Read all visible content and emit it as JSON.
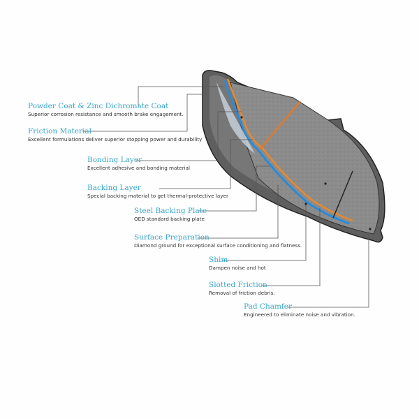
{
  "diagram": {
    "subject": "Brake pad cross-section",
    "colors": {
      "title": "#3aa6c9",
      "description": "#333333",
      "leader_line": "#555555",
      "pad_surface": "#8a8a8a",
      "backing_plate": "#6b6b6b"
    },
    "labels": [
      {
        "title": "Powder Coat & Zinc Dichromate Coat",
        "description": "Superior corrosion resistance and smooth brake engagement."
      },
      {
        "title": "Friction Material",
        "description": "Excellent formulations deliver superior stopping power and durability"
      },
      {
        "title": "Bonding Layer",
        "description": "Excellent adhesive and bonding material"
      },
      {
        "title": "Backing Layer",
        "description": "Special backing material to get thermal-protective layer"
      },
      {
        "title": "Steel Backing Plate",
        "description": "OED standard backing plate"
      },
      {
        "title": "Surface Preparation",
        "description": "Diamond ground for exceptional surface conditioning and flatness."
      },
      {
        "title": "Shim",
        "description": "Dampen noise and hot"
      },
      {
        "title": "Slotted Friction",
        "description": "Removal of friction debris."
      },
      {
        "title": "Pad Chamfer",
        "description": "Engineered to eliminate noise and vibration."
      }
    ]
  }
}
